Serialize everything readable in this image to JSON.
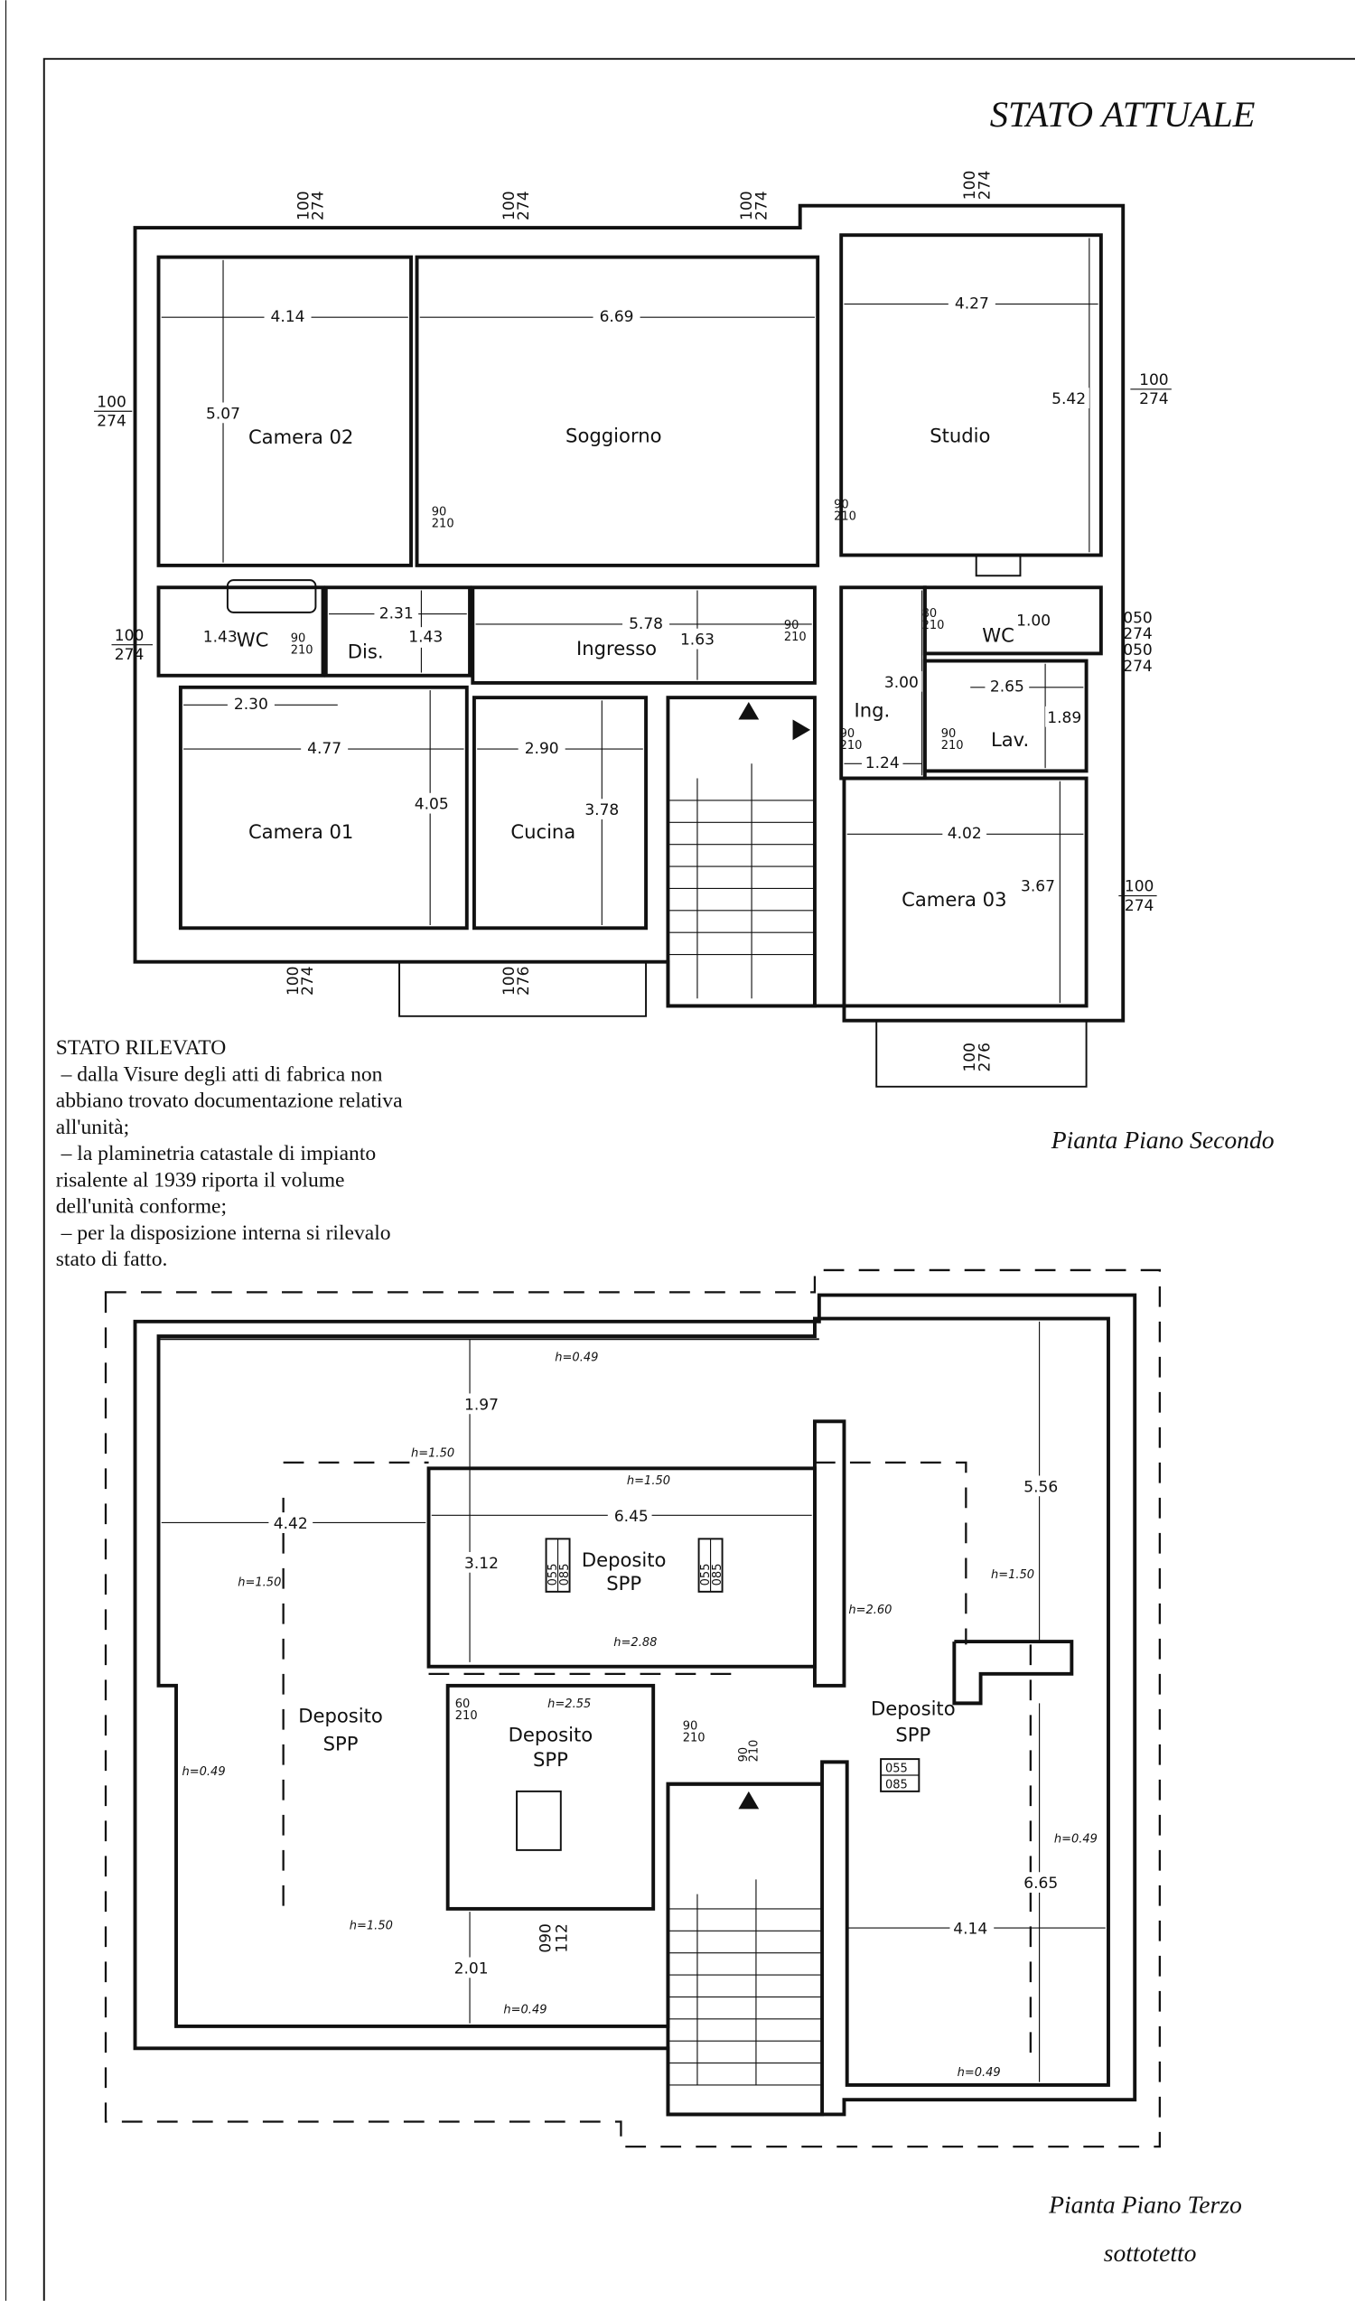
{
  "header": {
    "title": "STATO ATTUALE"
  },
  "plan_second": {
    "title": "Pianta Piano Secondo",
    "rooms": {
      "camera02": "Camera 02",
      "soggiorno": "Soggiorno",
      "studio": "Studio",
      "wc_left": "WC",
      "dis": "Dis.",
      "ingresso": "Ingresso",
      "ing": "Ing.",
      "wc_right": "WC",
      "lav": "Lav.",
      "camera01": "Camera 01",
      "cucina": "Cucina",
      "camera03": "Camera 03"
    },
    "dimensions": {
      "camera02_w": "4.14",
      "camera02_h": "5.07",
      "soggiorno_w": "6.69",
      "studio_w": "4.27",
      "studio_h": "5.42",
      "wc_left_h": "1.43",
      "dis_w": "2.31",
      "dis_h": "1.43",
      "ingresso_w": "5.78",
      "ingresso_h": "1.63",
      "wc_right_h": "1.00",
      "ing_h": "3.00",
      "ing_w": "1.24",
      "lav_w": "2.65",
      "lav_h": "1.89",
      "camera01_w1": "2.30",
      "camera01_w2": "4.77",
      "camera01_h": "4.05",
      "cucina_w": "2.90",
      "cucina_h": "3.78",
      "camera03_w": "4.02",
      "camera03_h": "3.67"
    },
    "openings": {
      "win_w": "100",
      "win_h274": "274",
      "win_h276": "276",
      "small_w": "050",
      "door_w90": "90",
      "door_w80": "80",
      "door_h": "210"
    }
  },
  "notes": {
    "heading": "STATO RILEVATO",
    "lines": [
      " – dalla Visure degli atti di fabrica non",
      "abbiano trovato documentazione relativa",
      "all'unità;",
      " – la plaminetria catastale di impianto",
      "risalente al 1939 riporta il volume",
      "dell'unità conforme;",
      " – per la disposizione interna si rilevalo",
      "stato di fatto."
    ]
  },
  "plan_third": {
    "title": "Pianta Piano Terzo",
    "subtitle": "sottotetto",
    "room_label": "Deposito",
    "room_sub": "SPP",
    "heights": {
      "h049": "h=0.49",
      "h150": "h=1.50",
      "h288": "h=2.88",
      "h255": "h=2.55",
      "h260": "h=2.60"
    },
    "dimensions": {
      "d197": "1.97",
      "d442": "4.42",
      "d645": "6.45",
      "d312": "3.12",
      "d556": "5.56",
      "d665": "6.65",
      "d414": "4.14",
      "d201": "2.01"
    },
    "openings": {
      "skylight_w": "055",
      "skylight_h": "085",
      "door90": "90",
      "door60": "60",
      "door_h": "210",
      "win_w": "090",
      "win_h": "112"
    }
  }
}
